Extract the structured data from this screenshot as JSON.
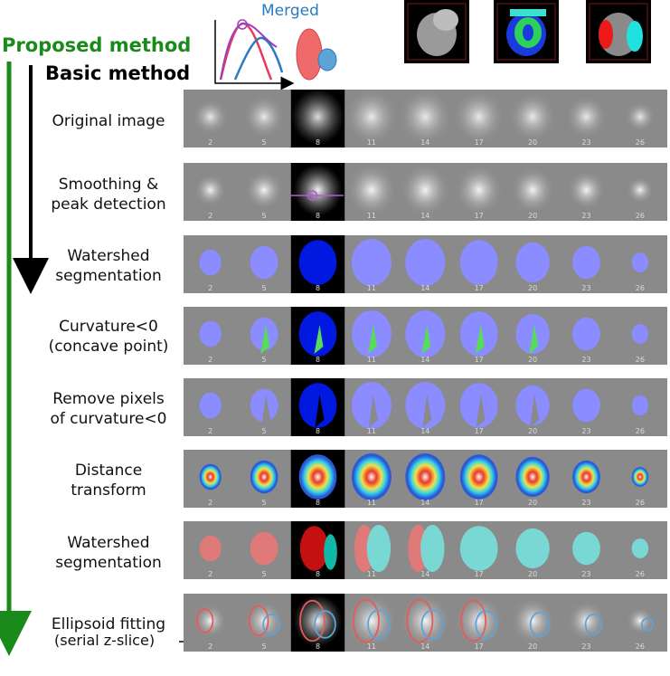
{
  "titles": {
    "proposed": "Proposed method",
    "basic": "Basic method"
  },
  "legend": {
    "merged_label": "Merged"
  },
  "rows": [
    {
      "label": "Original image",
      "style": "original"
    },
    {
      "label": "Smoothing &\npeak detection",
      "style": "smooth"
    },
    {
      "label": "Watershed\nsegmentation",
      "style": "watershed1"
    },
    {
      "label": "Curvature<0\n(concave point)",
      "style": "curvature"
    },
    {
      "label": "Remove pixels\nof curvature<0",
      "style": "remove"
    },
    {
      "label": "Distance\ntransform",
      "style": "distance"
    },
    {
      "label": "Watershed\nsegmentation",
      "style": "watershed2"
    },
    {
      "label": "Ellipsoid fitting",
      "style": "ellipse"
    }
  ],
  "slices": [
    "2",
    "5",
    "8",
    "11",
    "14",
    "17",
    "20",
    "23",
    "26"
  ],
  "highlighted_slice": "8",
  "footer": {
    "label": "(serial z-slice)"
  },
  "colors": {
    "proposed_arrow": "#1a8a1a",
    "basic_arrow": "#000000",
    "watershed_blue": "#8a8cff",
    "watershed_dark_blue": "#0018e0",
    "concave_green": "#55dd55",
    "segment_red": "#e07a78",
    "segment_cyan": "#7ad8d4",
    "merged_blue": "#2a7bbf"
  },
  "icons": [
    "merged-peaks-icon",
    "merged-ellipses-icon",
    "volume-render-gray-icon",
    "volume-render-distance-icon",
    "volume-render-segmented-icon"
  ]
}
